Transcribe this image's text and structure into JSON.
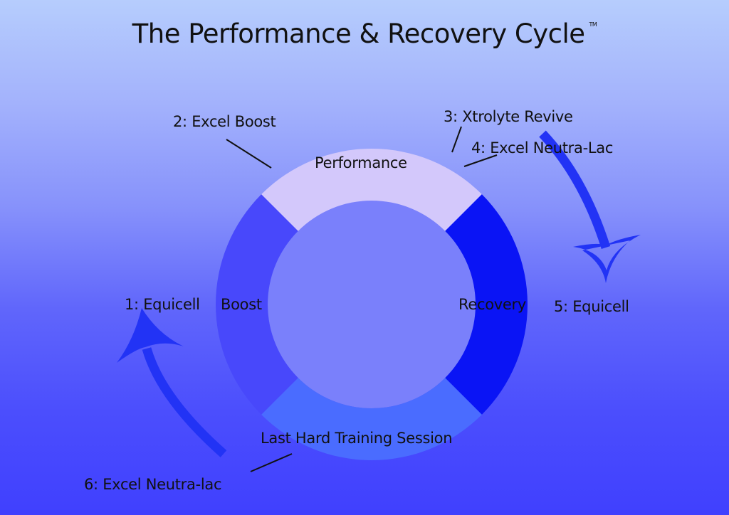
{
  "title": "The Performance & Recovery Cycle",
  "trademark": "TM",
  "colors": {
    "performance_segment": "#d3c8fb",
    "recovery_segment": "#0a14f5",
    "training_segment": "#4a6cff",
    "boost_segment": "#4848fb",
    "inner_circle": "#7a80fb",
    "arrow": "#2233f5",
    "leader_line": "#111111"
  },
  "segments": [
    {
      "id": "performance",
      "label": "Performance"
    },
    {
      "id": "recovery",
      "label": "Recovery"
    },
    {
      "id": "training",
      "label": "Last Hard Training Session"
    },
    {
      "id": "boost",
      "label": "Boost"
    }
  ],
  "steps": [
    {
      "number": 1,
      "label": "1: Equicell"
    },
    {
      "number": 2,
      "label": "2: Excel Boost"
    },
    {
      "number": 3,
      "label": "3: Xtrolyte Revive"
    },
    {
      "number": 4,
      "label": "4: Excel Neutra-Lac"
    },
    {
      "number": 5,
      "label": "5: Equicell"
    },
    {
      "number": 6,
      "label": "6: Excel Neutra-lac"
    }
  ]
}
